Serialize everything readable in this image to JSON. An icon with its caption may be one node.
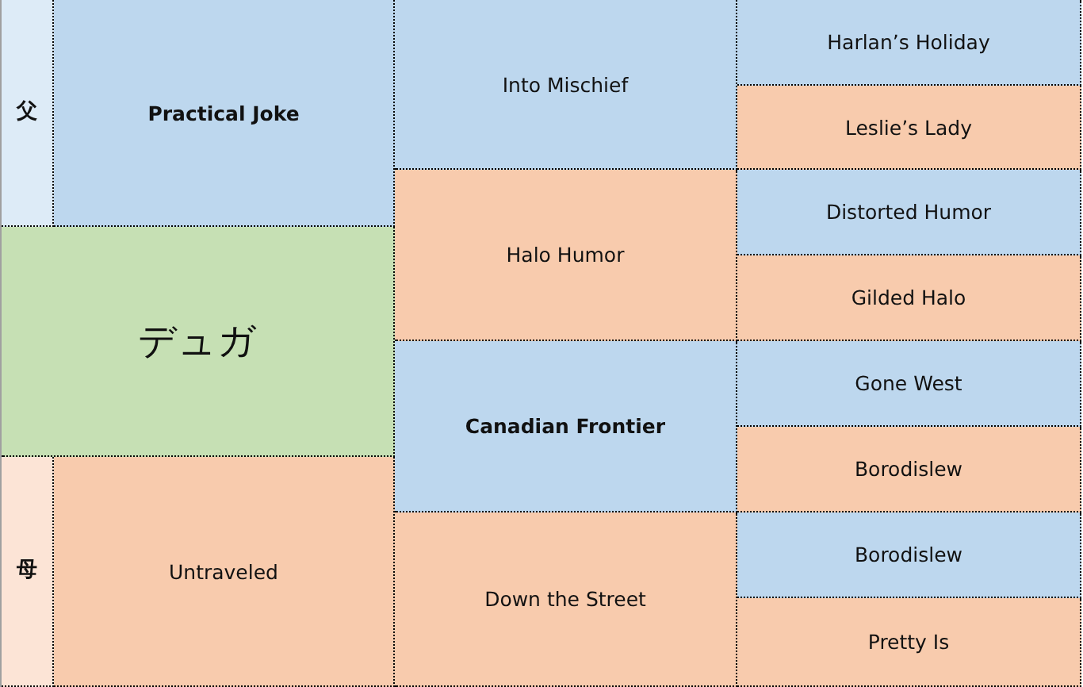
{
  "diagram": {
    "nodes": [
      {
        "text": [
          "父"
        ]
      },
      {
        "text": [
          "Practical Joke"
        ]
      },
      {
        "text": [
          "Into Mischief"
        ]
      },
      {
        "text": [
          "Harlan’s Holiday"
        ]
      },
      {
        "text": [
          "Leslie’s Lady"
        ]
      },
      {
        "text": [
          "Halo Humor"
        ]
      },
      {
        "text": [
          "Distorted Humor"
        ]
      },
      {
        "text": [
          "Gilded Halo"
        ]
      },
      {
        "text": [
          "デュガ"
        ]
      },
      {
        "text": [
          "Canadian Frontier"
        ]
      },
      {
        "text": [
          "Gone West"
        ]
      },
      {
        "text": [
          "Borodislew"
        ]
      },
      {
        "text": [
          "母"
        ]
      },
      {
        "text": [
          "Untraveled"
        ]
      },
      {
        "text": [
          "Down the Street"
        ]
      },
      {
        "text": [
          "Borodislew"
        ]
      },
      {
        "text": [
          "Pretty Is"
        ]
      }
    ]
  }
}
